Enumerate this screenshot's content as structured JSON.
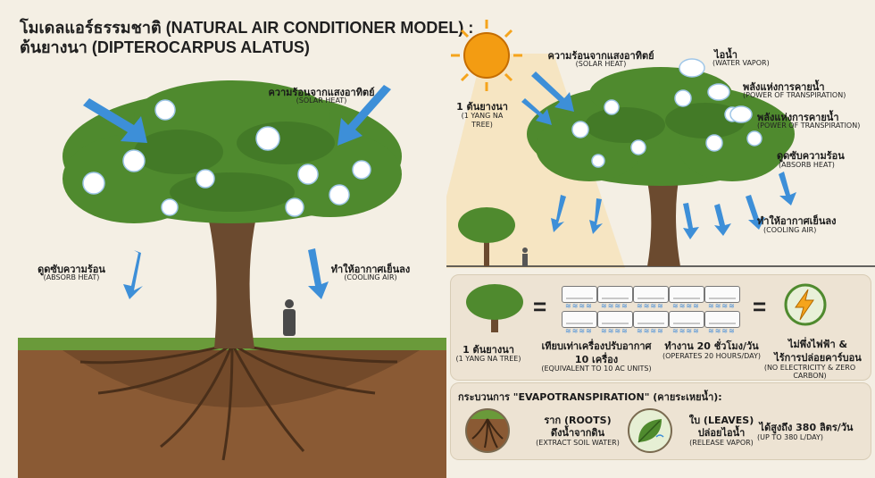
{
  "title": {
    "line1": "โมเดลแอร์ธรรมชาติ (NATURAL AIR CONDITIONER MODEL) :",
    "line2": "ต้นยางนา (DIPTEROCARPUS ALATUS)"
  },
  "left": {
    "solar_th": "ความร้อนจากแสงอาทิตย์",
    "solar_en": "(SOLAR HEAT)",
    "absorb_th": "ดูดซับความร้อน",
    "absorb_en": "(ABSORB HEAT)",
    "cooling_th": "ทำให้อากาศเย็นลง",
    "cooling_en": "(COOLING AIR)"
  },
  "right": {
    "solar_th": "ความร้อนจากแสงอาทิตย์",
    "solar_en": "(SOLAR HEAT)",
    "tree_th": "1 ต้นยางนา",
    "tree_en1": "(1 YANG NA",
    "tree_en2": "TREE)",
    "vapor_th": "ไอน้ำ",
    "vapor_en": "(WATER VAPOR)",
    "power1_th": "พลังแห่งการคายน้ำ",
    "power1_en": "(POWER OF TRANSPIRATION)",
    "power2_th": "พลังแห่งการคายน้ำ",
    "power2_en": "(POWER OF TRANSPIRATION)",
    "absorb_th": "ดูดซับความร้อน",
    "absorb_en": "(ABSORB HEAT)",
    "cooling_th": "ทำให้อากาศเย็นลง",
    "cooling_en": "(COOLING AIR)"
  },
  "equation": {
    "tree_th": "1 ต้นยางนา",
    "tree_en": "(1 YANG NA TREE)",
    "equals": "=",
    "ac_th1": "เทียบเท่าเครื่องปรับอากาศ",
    "ac_th2": "10 เครื่อง",
    "ac_en": "(EQUIVALENT TO 10 AC UNITS)",
    "hours_th": "ทำงาน 20 ชั่วโมง/วัน",
    "hours_en": "(OPERATES 20 HOURS/DAY)",
    "noelec_th1": "ไม่พึ่งไฟฟ้า &",
    "noelec_th2": "ไร้การปล่อยคาร์บอน",
    "noelec_en": "(NO ELECTRICITY & ZERO CARBON)"
  },
  "process": {
    "heading": "กระบวนการ \"EVAPOTRANSPIRATION\" (คายระเหยน้ำ):",
    "roots_th1": "ราก (ROOTS)",
    "roots_th2": "ดึงน้ำจากดิน",
    "roots_en": "(EXTRACT SOIL WATER)",
    "leaves_th1": "ใบ (LEAVES)",
    "leaves_th2": "ปล่อยไอน้ำ",
    "leaves_en": "(RELEASE VAPOR)",
    "volume_th": "ได้สูงถึง 380 ลิตร/วัน",
    "volume_en": "(UP TO 380 L/DAY)"
  },
  "colors": {
    "foliage": "#4f8a2e",
    "trunk": "#6b4a2f",
    "soil": "#8a5a34",
    "arrow": "#3d8fd8",
    "sun": "#f5a41c",
    "panel": "#ede3d3"
  }
}
